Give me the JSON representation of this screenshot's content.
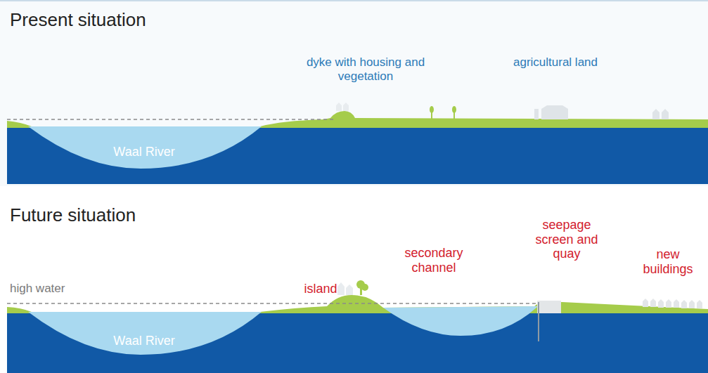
{
  "diagram": {
    "labels": [
      "Present situation",
      "dyke with housing and vegetation",
      "agricultural land",
      "Waal River",
      "Future situation",
      "high water",
      "island",
      "secondary channel",
      "seepage screen and quay",
      "new buildings",
      "Waal River"
    ]
  }
}
